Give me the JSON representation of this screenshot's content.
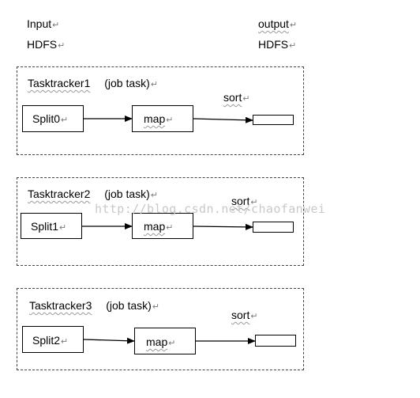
{
  "header": {
    "input_label": "Input",
    "input_store": "HDFS",
    "output_label": "output",
    "output_store": "HDFS"
  },
  "paragraph_mark": "↵",
  "trackers": [
    {
      "name": "Tasktracker1",
      "role": "(job task)",
      "split": "Split0",
      "map": "map",
      "sort": "sort"
    },
    {
      "name": "Tasktracker2",
      "role": "(job task)",
      "split": "Split1",
      "map": "map",
      "sort": "sort"
    },
    {
      "name": "Tasktracker3",
      "role": "(job task)",
      "split": "Split2",
      "map": "map",
      "sort": "sort"
    }
  ],
  "watermark": "http://blog.csdn.net/chaofanwei",
  "colors": {
    "border": "#000000",
    "dashed_border": "#444444",
    "watermark": "#c9c9c9"
  }
}
